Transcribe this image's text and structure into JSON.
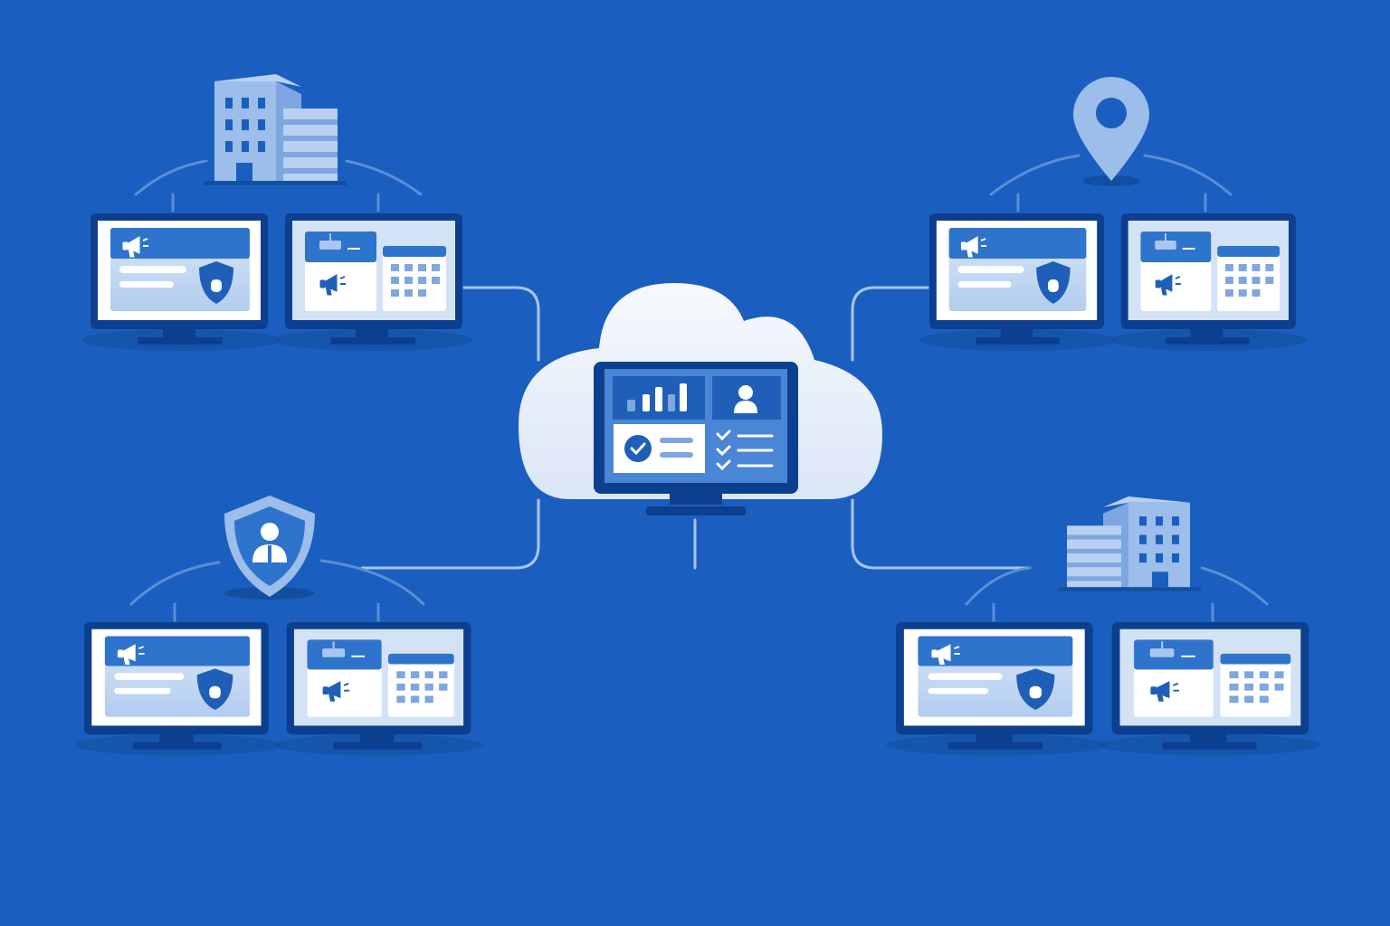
{
  "colors": {
    "background": "#1a5fbf",
    "frame": "#0d3f8f",
    "accent": "#2f74cc",
    "light": "#c4d8f3",
    "connector": "#a9c6f0",
    "cloud": "#eef3fb"
  },
  "hub": {
    "icon": "cloud-dashboard-icon",
    "panels": [
      "bar-chart-icon",
      "user-icon",
      "check-circle-icon",
      "checklist-icon"
    ]
  },
  "sites": [
    {
      "icon": "office-building-icon",
      "monitors": [
        "announcement-security-screen",
        "announcement-calendar-screen"
      ]
    },
    {
      "icon": "map-pin-icon",
      "monitors": [
        "announcement-security-screen",
        "announcement-calendar-screen"
      ]
    },
    {
      "icon": "user-shield-icon",
      "monitors": [
        "announcement-security-screen",
        "announcement-calendar-screen"
      ]
    },
    {
      "icon": "office-building-icon",
      "monitors": [
        "announcement-security-screen",
        "announcement-calendar-screen"
      ]
    }
  ]
}
